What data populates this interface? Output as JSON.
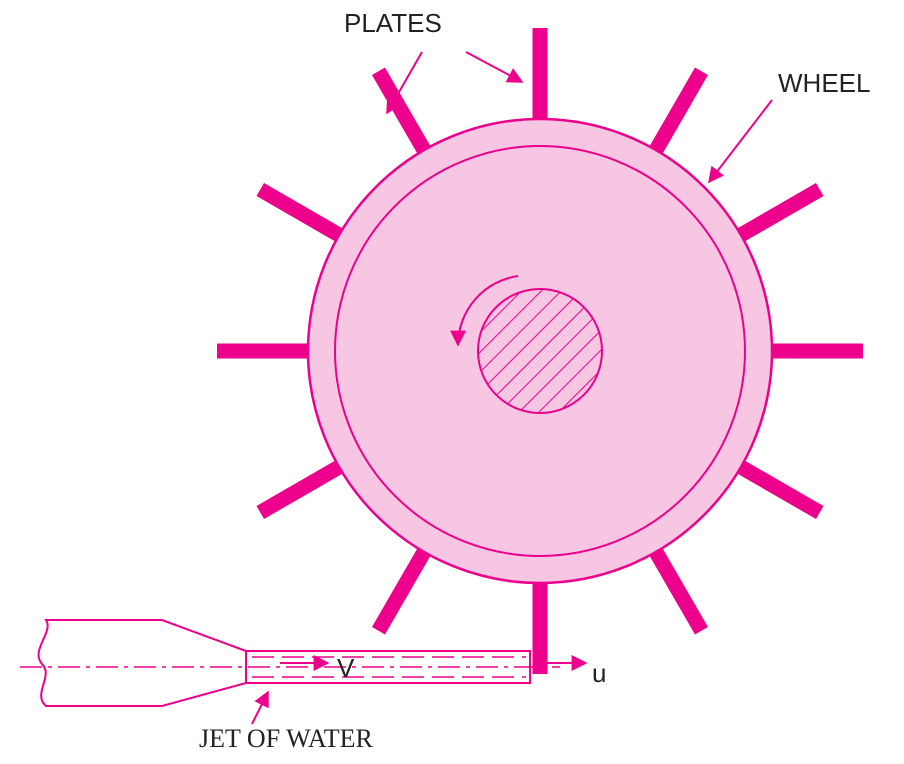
{
  "labels": {
    "plates": "PLATES",
    "wheel": "WHEEL",
    "jet": "JET OF WATER",
    "velocity_jet": "V",
    "velocity_plate": "u"
  },
  "colors": {
    "accent": "#EC008C",
    "wheel_fill": "#F7C6E2",
    "background": "#FFFFFF",
    "stroke_dark": "#E0007F"
  },
  "plates": {
    "count": 12
  }
}
